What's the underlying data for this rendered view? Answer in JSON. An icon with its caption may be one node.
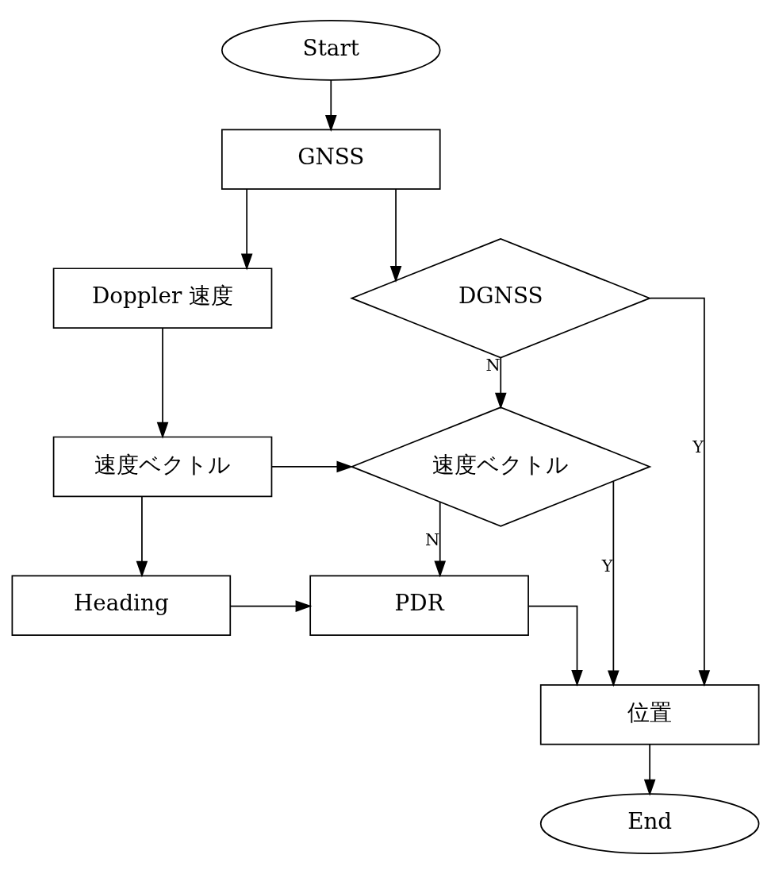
{
  "diagram": {
    "nodes": [
      {
        "text": [
          "Start"
        ]
      },
      {
        "text": [
          "GNSS"
        ]
      },
      {
        "text": [
          "Doppler 速度"
        ]
      },
      {
        "text": [
          "DGNSS"
        ]
      },
      {
        "text": [
          "速度ベクトル"
        ]
      },
      {
        "text": [
          "速度ベクトル"
        ]
      },
      {
        "text": [
          "Heading"
        ]
      },
      {
        "text": [
          "PDR"
        ]
      },
      {
        "text": [
          "位置"
        ]
      },
      {
        "text": [
          "End"
        ]
      }
    ],
    "edges": [
      {
        "from": 0,
        "to": 1,
        "arrow": "to"
      },
      {
        "from": 1,
        "to": 2,
        "arrow": "to"
      },
      {
        "from": 1,
        "to": 3,
        "arrow": "to"
      },
      {
        "from": 2,
        "to": 4,
        "arrow": "to"
      },
      {
        "from": 3,
        "to": 5,
        "arrow": "to",
        "label": "N"
      },
      {
        "from": 3,
        "to": 8,
        "arrow": "to",
        "label": "Y"
      },
      {
        "from": 4,
        "to": 5,
        "arrow": "to"
      },
      {
        "from": 4,
        "to": 6,
        "arrow": "to"
      },
      {
        "from": 5,
        "to": 7,
        "arrow": "to",
        "label": "N"
      },
      {
        "from": 5,
        "to": 8,
        "arrow": "to",
        "label": "Y"
      },
      {
        "from": 6,
        "to": 7,
        "arrow": "to"
      },
      {
        "from": 7,
        "to": 8,
        "arrow": "to"
      },
      {
        "from": 8,
        "to": 9,
        "arrow": "to"
      }
    ]
  }
}
